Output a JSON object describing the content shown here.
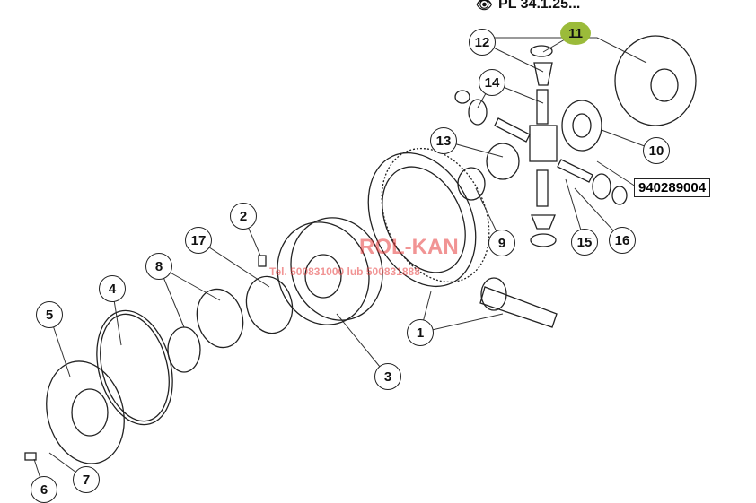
{
  "header": {
    "icon": "eye-icon",
    "reference": "PL 34.1.25..."
  },
  "callouts": {
    "c1": "1",
    "c2": "2",
    "c3": "3",
    "c4": "4",
    "c5": "5",
    "c6": "6",
    "c7": "7",
    "c8": "8",
    "c9": "9",
    "c10": "10",
    "c11": "11",
    "c12": "12",
    "c13": "13",
    "c14": "14",
    "c15": "15",
    "c16": "16",
    "c17": "17"
  },
  "part_number_box": "940289004",
  "highlight_color": "#9bbb3a",
  "watermark": {
    "brand": "ROL-KAN",
    "phone": "Tel. 500831000 lub 500831888"
  }
}
